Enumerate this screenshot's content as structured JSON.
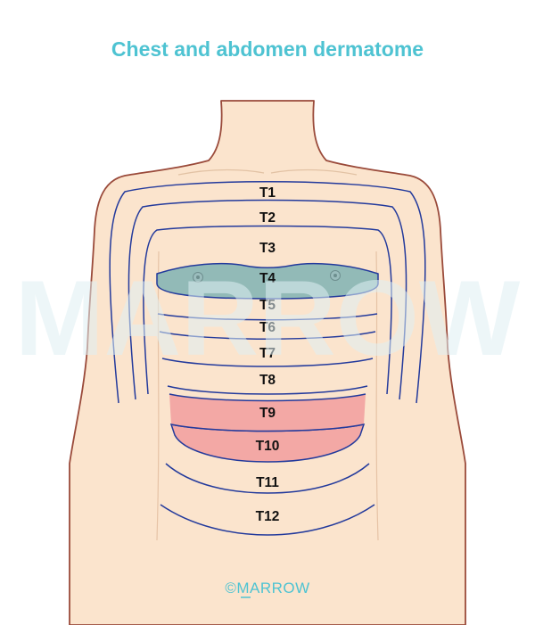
{
  "title": "Chest and abdomen dermatome",
  "levels": {
    "t1": "T1",
    "t2": "T2",
    "t3": "T3",
    "t4": "T4",
    "t5": "T5",
    "t6": "T6",
    "t7": "T7",
    "t8": "T8",
    "t9": "T9",
    "t10": "T10",
    "t11": "T11",
    "t12": "T12"
  },
  "highlights": {
    "t4_color": "#7fb3b3",
    "t10_color": "#f2a1a1"
  },
  "colors": {
    "skin": "#fbe4cd",
    "outline": "#9a4a3a",
    "dermatome_line": "#233a9c",
    "title": "#4ec3d2"
  },
  "watermark": "MARROW",
  "brand": {
    "mark": "©",
    "name": "MARROW"
  }
}
